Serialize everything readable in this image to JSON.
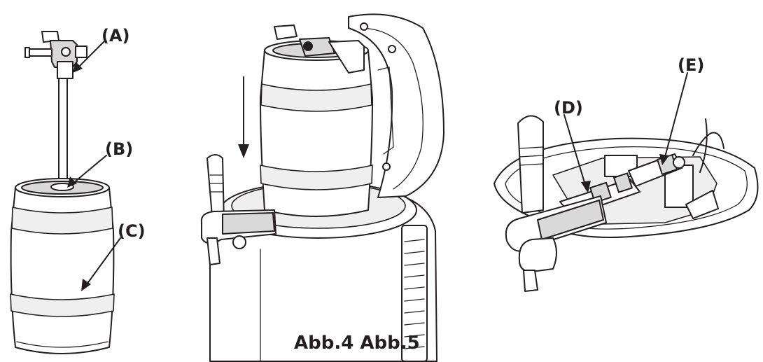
{
  "labels": {
    "a": "(A)",
    "b": "(B)",
    "c": "(C)",
    "d": "(D)",
    "e": "(E)"
  },
  "caption": "Abb.4 Abb.5",
  "colors": {
    "ink": "#231f20",
    "paper": "#ffffff",
    "tone": "#d9d9d9"
  }
}
